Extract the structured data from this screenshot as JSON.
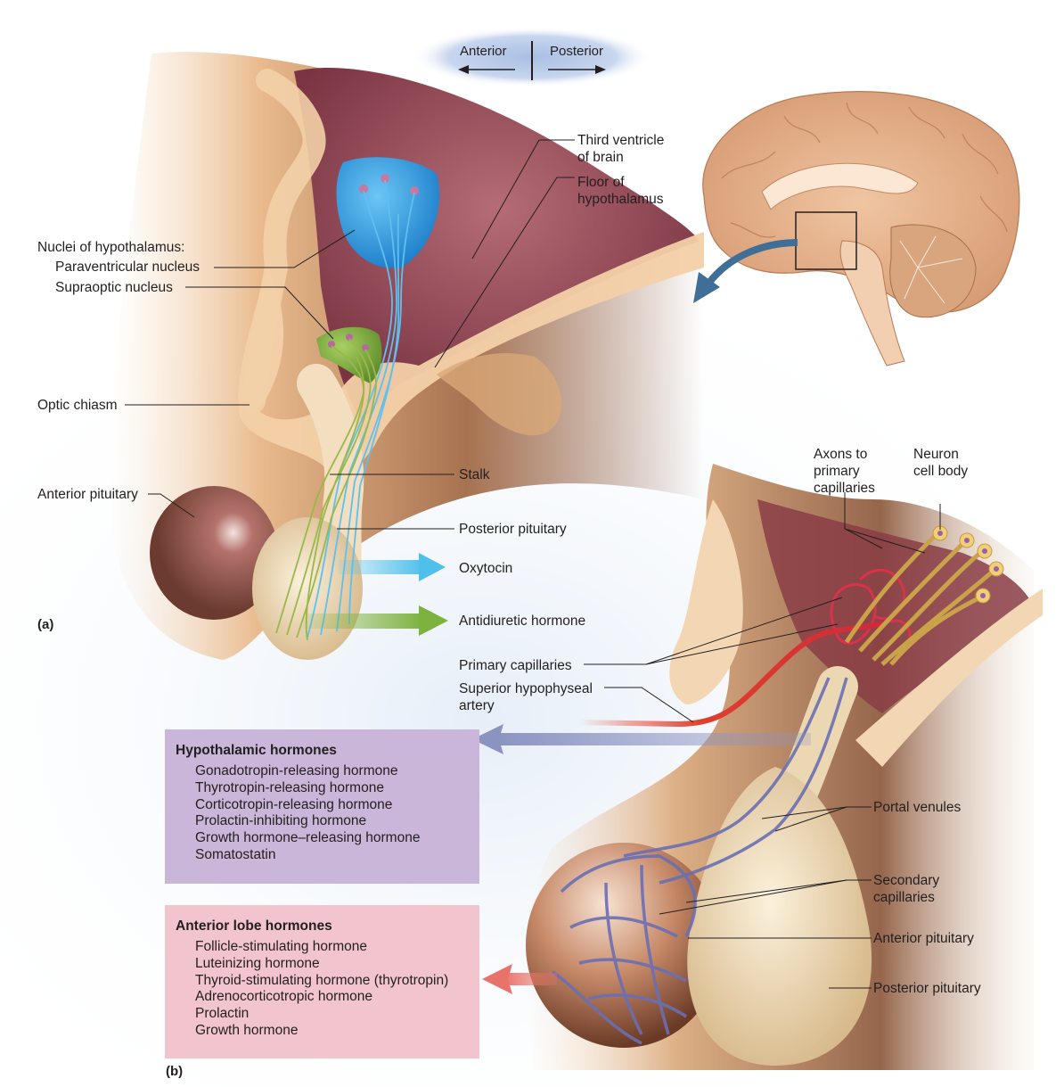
{
  "orientation": {
    "left_label": "Anterior",
    "right_label": "Posterior"
  },
  "panel_a": {
    "tag": "(a)",
    "labels": {
      "nuclei_heading": "Nuclei of hypothalamus:",
      "paraventricular": "Paraventricular nucleus",
      "supraoptic": "Supraoptic nucleus",
      "optic_chiasm": "Optic chiasm",
      "anterior_pituitary": "Anterior pituitary",
      "third_ventricle": "Third ventricle\nof brain",
      "floor_hypothalamus": "Floor of\nhypothalamus",
      "stalk": "Stalk",
      "posterior_pituitary": "Posterior pituitary",
      "oxytocin": "Oxytocin",
      "adh": "Antidiuretic hormone"
    }
  },
  "panel_b": {
    "tag": "(b)",
    "labels": {
      "axons": "Axons to\nprimary\ncapillaries",
      "neuron_cell_body": "Neuron\ncell body",
      "primary_capillaries": "Primary capillaries",
      "superior_artery": "Superior hypophyseal\nartery",
      "portal_venules": "Portal venules",
      "secondary_capillaries": "Secondary\ncapillaries",
      "anterior_pituitary": "Anterior pituitary",
      "posterior_pituitary": "Posterior pituitary"
    },
    "hypothalamic_hormones": {
      "title": "Hypothalamic hormones",
      "items": [
        "Gonadotropin-releasing hormone",
        "Thyrotropin-releasing hormone",
        "Corticotropin-releasing hormone",
        "Prolactin-inhibiting hormone",
        "Growth hormone–releasing hormone",
        "Somatostatin"
      ]
    },
    "anterior_lobe_hormones": {
      "title": "Anterior lobe hormones",
      "items": [
        "Follicle-stimulating hormone",
        "Luteinizing hormone",
        "Thyroid-stimulating hormone (thyrotropin)",
        "Adrenocorticotropic hormone",
        "Prolactin",
        "Growth hormone"
      ]
    }
  },
  "colors": {
    "paraventricular": "#2f9be0",
    "supraoptic": "#7fae3c",
    "oxytocin_arrow": "#4fc0ec",
    "adh_arrow": "#7eb23e",
    "hypothalamic_arrow": "#8b93c0",
    "anterior_arrow": "#e8736a",
    "artery": "#e0402e",
    "portal": "#6b6fb3",
    "hypo_box": "#c9b6d8",
    "anterior_box": "#f2c4cd"
  }
}
